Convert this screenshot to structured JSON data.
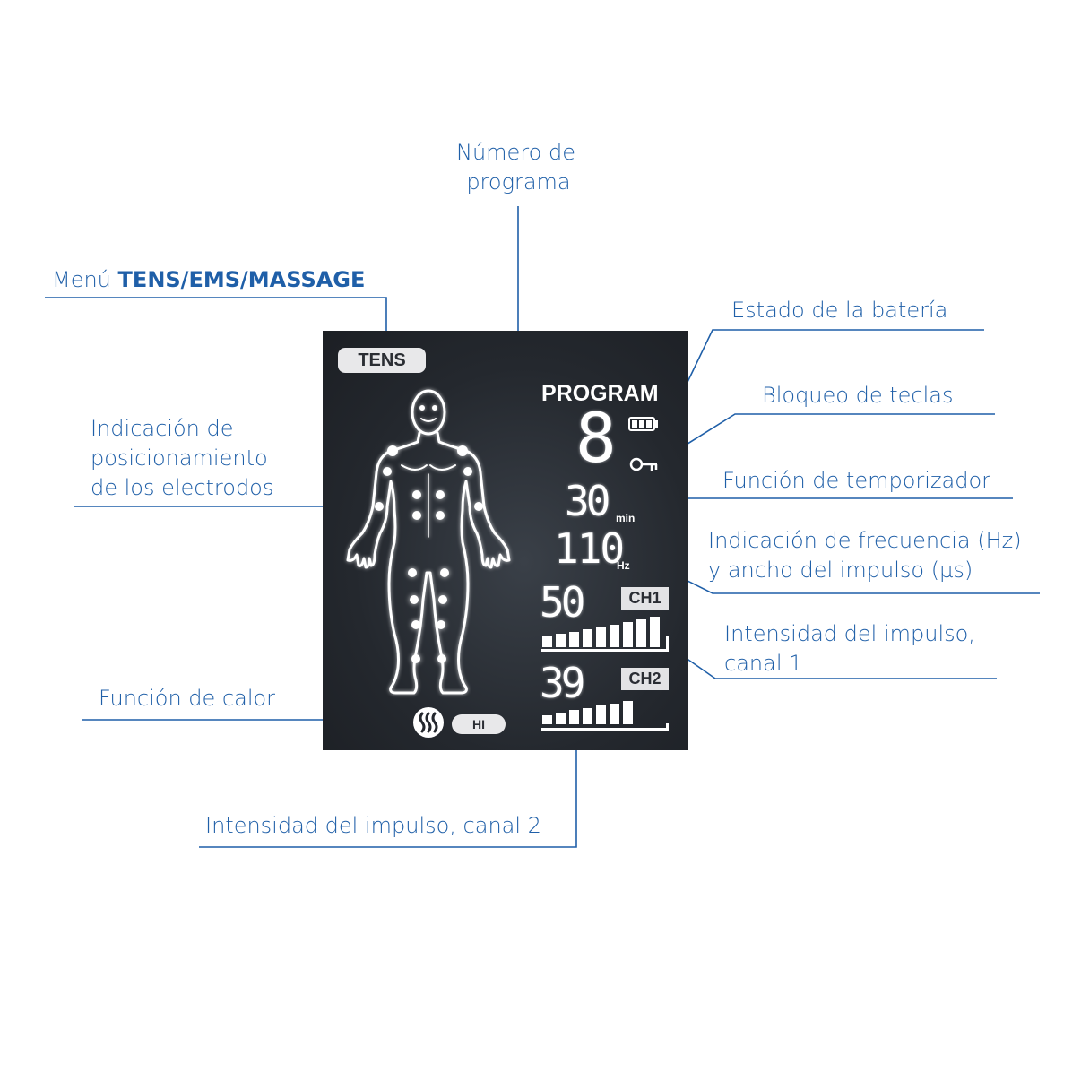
{
  "callouts": {
    "program_number": [
      "Número de",
      "programa"
    ],
    "menu_prefix": "Menú",
    "menu_bold": "TENS/EMS/MASSAGE",
    "battery": "Estado de la batería",
    "key_lock": "Bloqueo de teclas",
    "electrodes": [
      "Indicación de",
      "posicionamiento",
      "de los electrodos"
    ],
    "timer": "Función de temporizador",
    "frequency": [
      "Indicación de frecuencia (Hz)",
      "y ancho del impulso (µs)"
    ],
    "intensity_ch1": [
      "Intensidad del impulso,",
      "canal 1"
    ],
    "heat": "Función de calor",
    "intensity_ch2": "Intensidad del impulso, canal 2"
  },
  "display": {
    "mode": "TENS",
    "program_label": "PROGRAM",
    "program_value": "8",
    "timer_value": "30",
    "timer_unit": "min",
    "freq_value": "110",
    "freq_unit": "Hz",
    "ch1_value": "50",
    "ch1_label": "CH1",
    "ch2_value": "39",
    "ch2_label": "CH2",
    "heat_level": "HI"
  },
  "colors": {
    "callout_text": "#1f5fa8",
    "line": "#1f5fa8",
    "screen_bg": "#24282e",
    "lcd_white": "#ffffff"
  }
}
